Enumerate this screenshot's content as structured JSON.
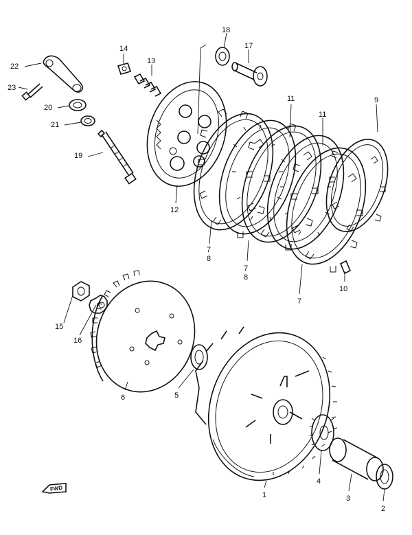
{
  "part_labels": {
    "p1": "1",
    "p2": "2",
    "p3": "3",
    "p4": "4",
    "p5": "5",
    "p6": "6",
    "p7a": "7",
    "p8a": "8",
    "p7b": "7",
    "p8b": "8",
    "p7c": "7",
    "p9": "9",
    "p10": "10",
    "p11a": "11",
    "p11b": "11",
    "p12": "12",
    "p13": "13",
    "p14": "14",
    "p15": "15",
    "p16": "16",
    "p17": "17",
    "p18": "18",
    "p19": "19",
    "p20": "20",
    "p21": "21",
    "p22": "22",
    "p23": "23"
  },
  "fwd_label": "FWD",
  "icons": {
    "direction": "forward-arrow-icon"
  }
}
